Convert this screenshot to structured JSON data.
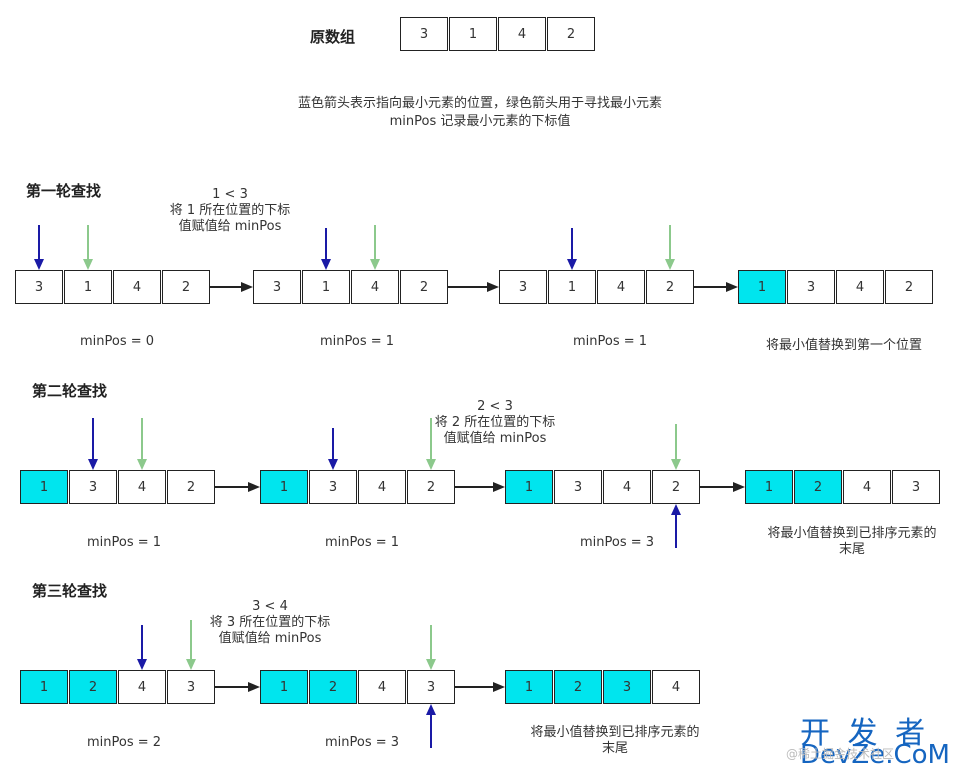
{
  "header": {
    "title": "原数组",
    "array": [
      "3",
      "1",
      "4",
      "2"
    ],
    "legend_line1": "蓝色箭头表示指向最小元素的位置，绿色箭头用于寻找最小元素",
    "legend_line2": "minPos 记录最小元素的下标值"
  },
  "rounds": [
    {
      "title": "第一轮查找",
      "note": [
        "1 < 3",
        "将 1 所在位置的下标",
        "值赋值给 minPos"
      ],
      "steps": [
        {
          "cells": [
            "3",
            "1",
            "4",
            "2"
          ],
          "hl": [],
          "label": "minPos = 0"
        },
        {
          "cells": [
            "3",
            "1",
            "4",
            "2"
          ],
          "hl": [],
          "label": "minPos = 1"
        },
        {
          "cells": [
            "3",
            "1",
            "4",
            "2"
          ],
          "hl": [],
          "label": "minPos = 1"
        },
        {
          "cells": [
            "1",
            "3",
            "4",
            "2"
          ],
          "hl": [
            0
          ],
          "label": "将最小值替换到第一个位置"
        }
      ]
    },
    {
      "title": "第二轮查找",
      "note": [
        "2 < 3",
        "将 2 所在位置的下标",
        "值赋值给 minPos"
      ],
      "steps": [
        {
          "cells": [
            "1",
            "3",
            "4",
            "2"
          ],
          "hl": [
            0
          ],
          "label": "minPos = 1"
        },
        {
          "cells": [
            "1",
            "3",
            "4",
            "2"
          ],
          "hl": [
            0
          ],
          "label": "minPos = 1"
        },
        {
          "cells": [
            "1",
            "3",
            "4",
            "2"
          ],
          "hl": [
            0
          ],
          "label": "minPos = 3"
        },
        {
          "cells": [
            "1",
            "2",
            "4",
            "3"
          ],
          "hl": [
            0,
            1
          ],
          "label": "将最小值替换到已排序元素的末尾"
        }
      ]
    },
    {
      "title": "第三轮查找",
      "note": [
        "3 < 4",
        "将 3 所在位置的下标",
        "值赋值给 minPos"
      ],
      "steps": [
        {
          "cells": [
            "1",
            "2",
            "4",
            "3"
          ],
          "hl": [
            0,
            1
          ],
          "label": "minPos = 2"
        },
        {
          "cells": [
            "1",
            "2",
            "4",
            "3"
          ],
          "hl": [
            0,
            1
          ],
          "label": "minPos = 3"
        },
        {
          "cells": [
            "1",
            "2",
            "3",
            "4"
          ],
          "hl": [
            0,
            1,
            2
          ],
          "label": "将最小值替换到已排序元素的末尾"
        }
      ]
    }
  ],
  "watermark": {
    "line1": "开 发 者",
    "line2": "DevZe.CoM",
    "small": "@稀土掘金技术社区"
  },
  "colors": {
    "highlight": "#00e5ee",
    "blue_arrow": "#1a1aa6",
    "green_arrow": "#8cc98c",
    "border": "#222222"
  }
}
